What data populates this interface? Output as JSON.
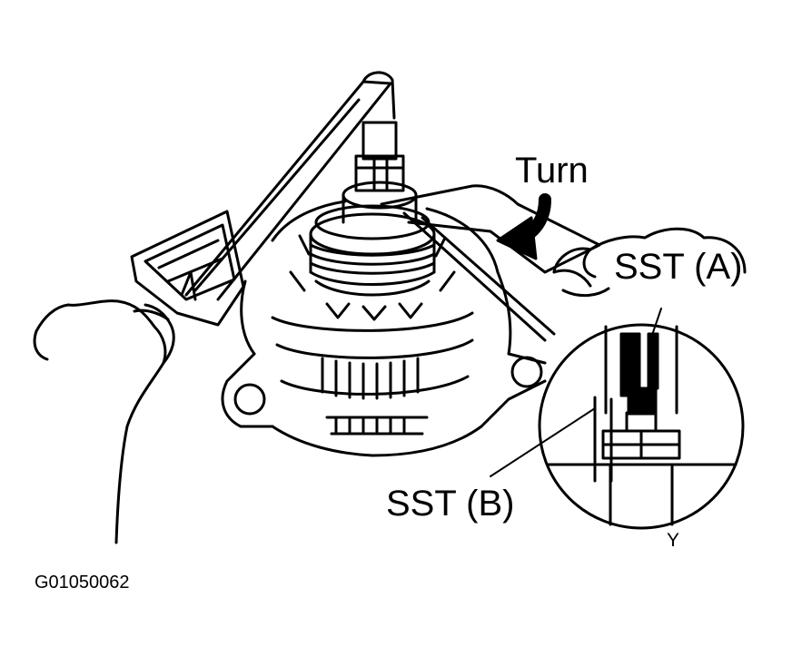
{
  "labels": {
    "turn": "Turn",
    "sst_a": "SST (A)",
    "sst_b": "SST (B)",
    "y": "Y",
    "figure_code": "G01050062"
  },
  "colors": {
    "line": "#000000",
    "background": "#ffffff"
  },
  "icons": {
    "turn_arrow": "curved-arrow-icon"
  }
}
